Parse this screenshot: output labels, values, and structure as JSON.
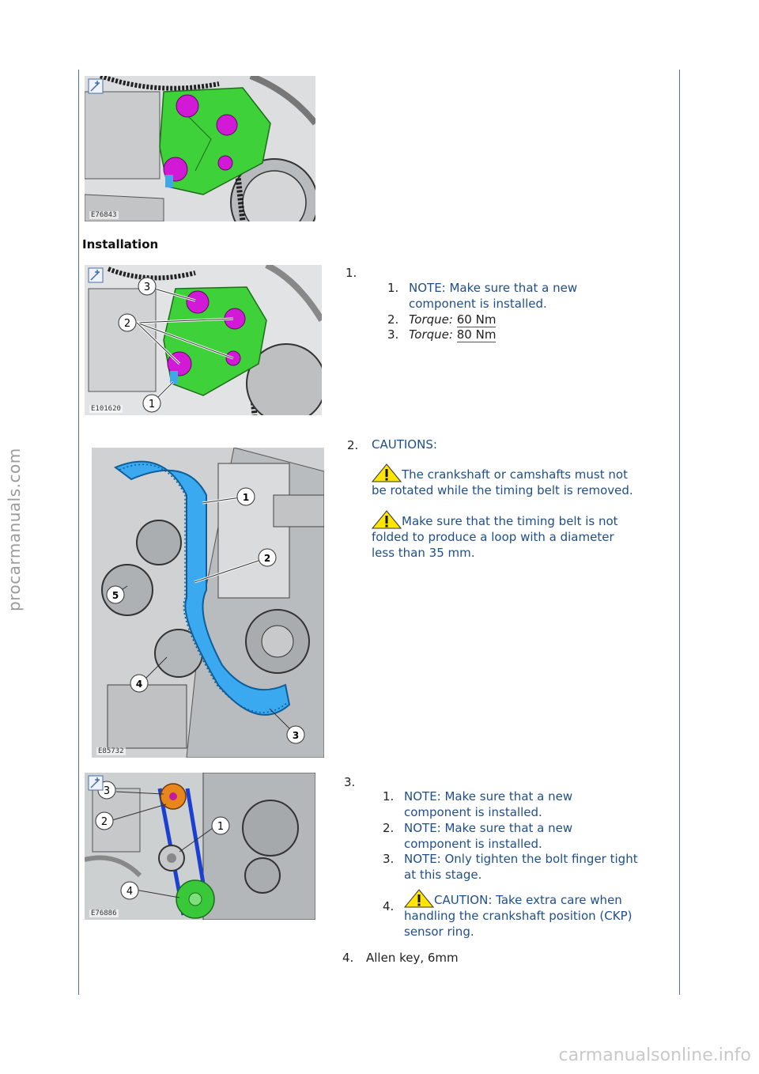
{
  "side_watermark": "procarmanuals.com",
  "bottom_watermark": "carmanualsonline.info",
  "figures": {
    "fig1": {
      "code": "E76843"
    },
    "fig2": {
      "code": "E101620",
      "callouts": [
        "3",
        "2",
        "1"
      ]
    },
    "fig3": {
      "code": "E85732",
      "callouts": [
        "1",
        "2",
        "5",
        "4",
        "3"
      ]
    },
    "fig4": {
      "code": "E76886",
      "callouts": [
        "3",
        "2",
        "1",
        "4"
      ]
    }
  },
  "heading": "Installation",
  "step1": {
    "number": "1.",
    "subs": [
      {
        "number": "1.",
        "text_line1": "NOTE: Make sure that a new",
        "text_line2": "component is installed."
      },
      {
        "number": "2.",
        "label": "Torque:",
        "value": "60 Nm"
      },
      {
        "number": "3.",
        "label": "Torque:",
        "value": "80 Nm"
      }
    ]
  },
  "step2": {
    "number": "2.",
    "title": "CAUTIONS:",
    "caution1_line1": "The crankshaft or camshafts must not",
    "caution1_line2": "be rotated while the timing belt is removed.",
    "caution2_line1": "Make sure that the timing belt is not",
    "caution2_line2": "folded to produce a loop with a diameter",
    "caution2_line3": "less than 35 mm."
  },
  "step3": {
    "number": "3.",
    "subs": [
      {
        "number": "1.",
        "line1": "NOTE: Make sure that a new",
        "line2": "component is installed."
      },
      {
        "number": "2.",
        "line1": "NOTE: Make sure that a new",
        "line2": "component is installed."
      },
      {
        "number": "3.",
        "line1": "NOTE: Only tighten the bolt finger tight",
        "line2": "at this stage."
      },
      {
        "number": "4.",
        "line1": "CAUTION: Take extra care when",
        "line2": "handling the crankshaft position (CKP)",
        "line3": "sensor ring."
      }
    ]
  },
  "step4": {
    "number": "4.",
    "text": "Allen key, 6mm"
  },
  "colors": {
    "accent_blue": "#1f4e8c",
    "rule_line": "#4a6fa5",
    "part_green": "#3fd13a",
    "bolt_magenta": "#d21ad6",
    "belt_blue": "#3aa9f0"
  }
}
